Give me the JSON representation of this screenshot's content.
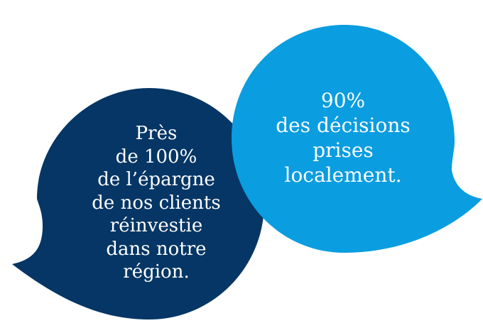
{
  "colors": {
    "dark_bubble": "#053665",
    "light_bubble": "#0a9de0",
    "text": "#ffffff",
    "background": "#ffffff"
  },
  "dark_bubble": {
    "lines": [
      "Près",
      "de 100%",
      "de l’épargne",
      "de nos clients",
      "réinvestie",
      "dans notre",
      "région."
    ]
  },
  "light_bubble": {
    "lines": [
      "90%",
      "des décisions",
      "prises",
      "localement."
    ]
  }
}
